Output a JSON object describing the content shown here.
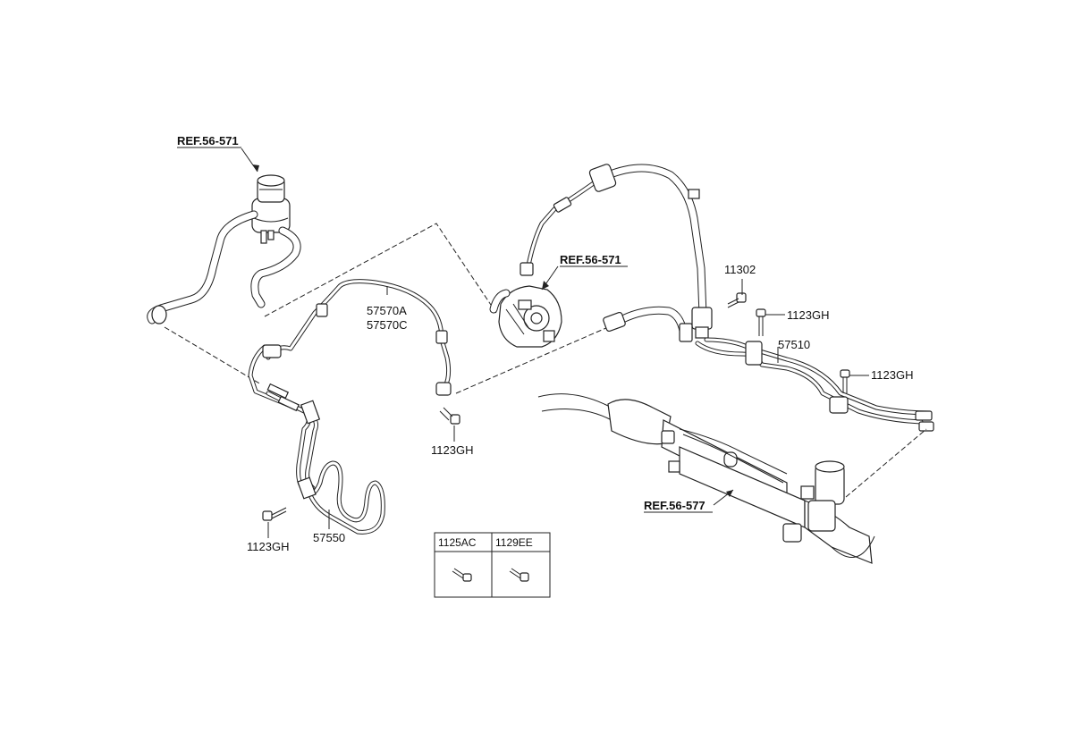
{
  "labels": {
    "ref_reservoir": "REF.56-571",
    "ref_pump": "REF.56-571",
    "ref_gear": "REF.56-577",
    "p57570a": "57570A",
    "p57570c": "57570C",
    "p11302": "11302",
    "p1123gh_a": "1123GH",
    "p1123gh_b": "1123GH",
    "p57510": "57510",
    "p1123gh_c": "1123GH",
    "p1123gh_d": "1123GH",
    "p57550": "57550"
  },
  "fastener_table": {
    "col1": "1125AC",
    "col2": "1129EE"
  }
}
